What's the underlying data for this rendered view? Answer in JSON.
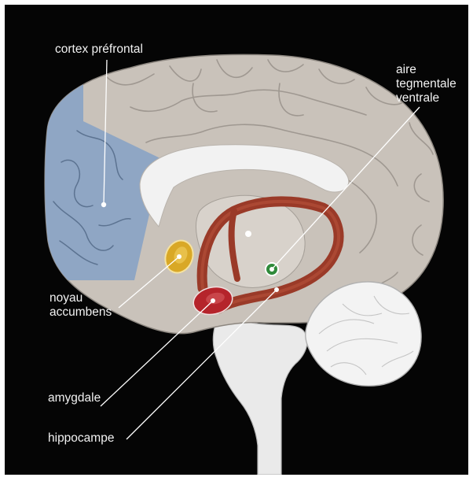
{
  "labels": {
    "cortex": "cortex préfrontal",
    "vta": [
      "aire",
      "tegmentale",
      "ventrale"
    ],
    "accumbens": [
      "noyau",
      "accumbens"
    ],
    "amygdala": "amygdale",
    "hippocampus": "hippocampe"
  },
  "colors": {
    "background": "#050505",
    "cortex_tissue": "#c9c2ba",
    "prefrontal_cortex": "#8fa6c4",
    "reward_pathway": "#9a3a28",
    "nucleus_accumbens": "#d9a826",
    "amygdala": "#b5242b",
    "ventral_tegmental_area": "#2f8a3a",
    "label_text": "#f2f2f2"
  }
}
